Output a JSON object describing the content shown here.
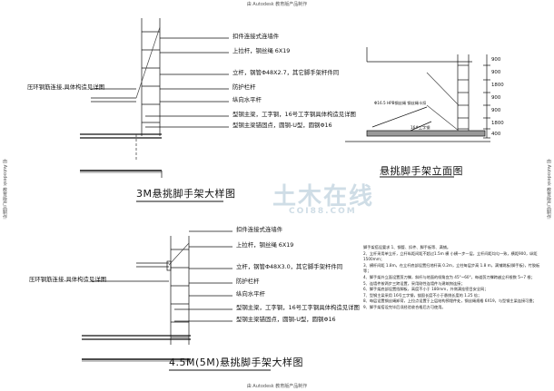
{
  "watermark_top": "由 Autodesk 教育版产品制作",
  "watermark_bottom": "由 Autodesk 教育版产品制作",
  "watermark_left": "由 Autodesk 教育版产品制作",
  "watermark_right": "由 Autodesk 教育版产品制作",
  "stamp": {
    "big": "土木在线",
    "small": "COI88.COM"
  },
  "detail_top": {
    "title": "3M悬挑脚手架大样图",
    "label_left": "压环钢筋连接,具体构造见详图",
    "labels": [
      "扣件连接式连墙件",
      "上拉杆，钢丝绳 6X19",
      "立杆，钢管Φ48X2.7，其它脚手架杆件同",
      "防护栏杆",
      "纵向水平杆",
      "型钢主梁，工字钢，16号工字钢具体构造见详图",
      "型钢主梁锚固点，圆钢-U型，圆钢Φ16"
    ]
  },
  "detail_bottom": {
    "title": "4.5M(5M)悬挑脚手架大样图",
    "label_left": "压环钢筋连接,具体构造见详图",
    "labels": [
      "扣件连接式连墙件",
      "上拉杆，钢丝绳 6X19",
      "立杆，钢管Φ48X3.0，其它脚手架杆件同",
      "防护栏杆",
      "纵向水平杆",
      "型钢主梁，工字钢，16号工字钢具体构造见详图",
      "型钢主梁锚固点，圆钢-U型，圆钢Φ16"
    ]
  },
  "elevation": {
    "title": "悬挑脚手架立面图",
    "dims": [
      "900",
      "900",
      "1800",
      "900",
      "900",
      "1800",
      "400"
    ],
    "note_a": "Φ16.5 HPB钢丝绳 钢丝绳卡扣",
    "note_b": "16#工字钢"
  },
  "notes": [
    "脚手架搭设要求 1、钢管、扣件、脚手板等、满铺。",
    "2、立杆采用单立杆，立杆纵距间距不超过1.5m 横 小横一步一层，立杆间距均匀一致，横距900，纵距1500mm；",
    "3、横杆间距 1.8m，在立杆底部设置扫地杆高 0.2m，立柱每层步高 1.8 m，满铺跳板(脚手板)，竹胶板 等；",
    "4、脚手架外立面设置剪刀撑，斜杆与地面的倾角宜为 45°~60°，每道剪刀撑跨越立杆根数 5~7 根；",
    "5、连墙件按两步三跨设置，采用刚性连墙件与建筑物连接；",
    "6、脚手架底部设置挡脚板，高度不小于 180mm，外侧满挂密目安全网；",
    "7、型钢主梁采用 16号工字钢，锚固长度不小于悬挑长度的 1.25 倍；",
    "8、每层设置钢丝绳卸荷，上拉点设置于上层结构预埋件处，钢丝绳规格 6X19，与型钢主梁连接可靠；",
    "9、脚手架搭设完毕后须经验收合格后方可使用。"
  ]
}
